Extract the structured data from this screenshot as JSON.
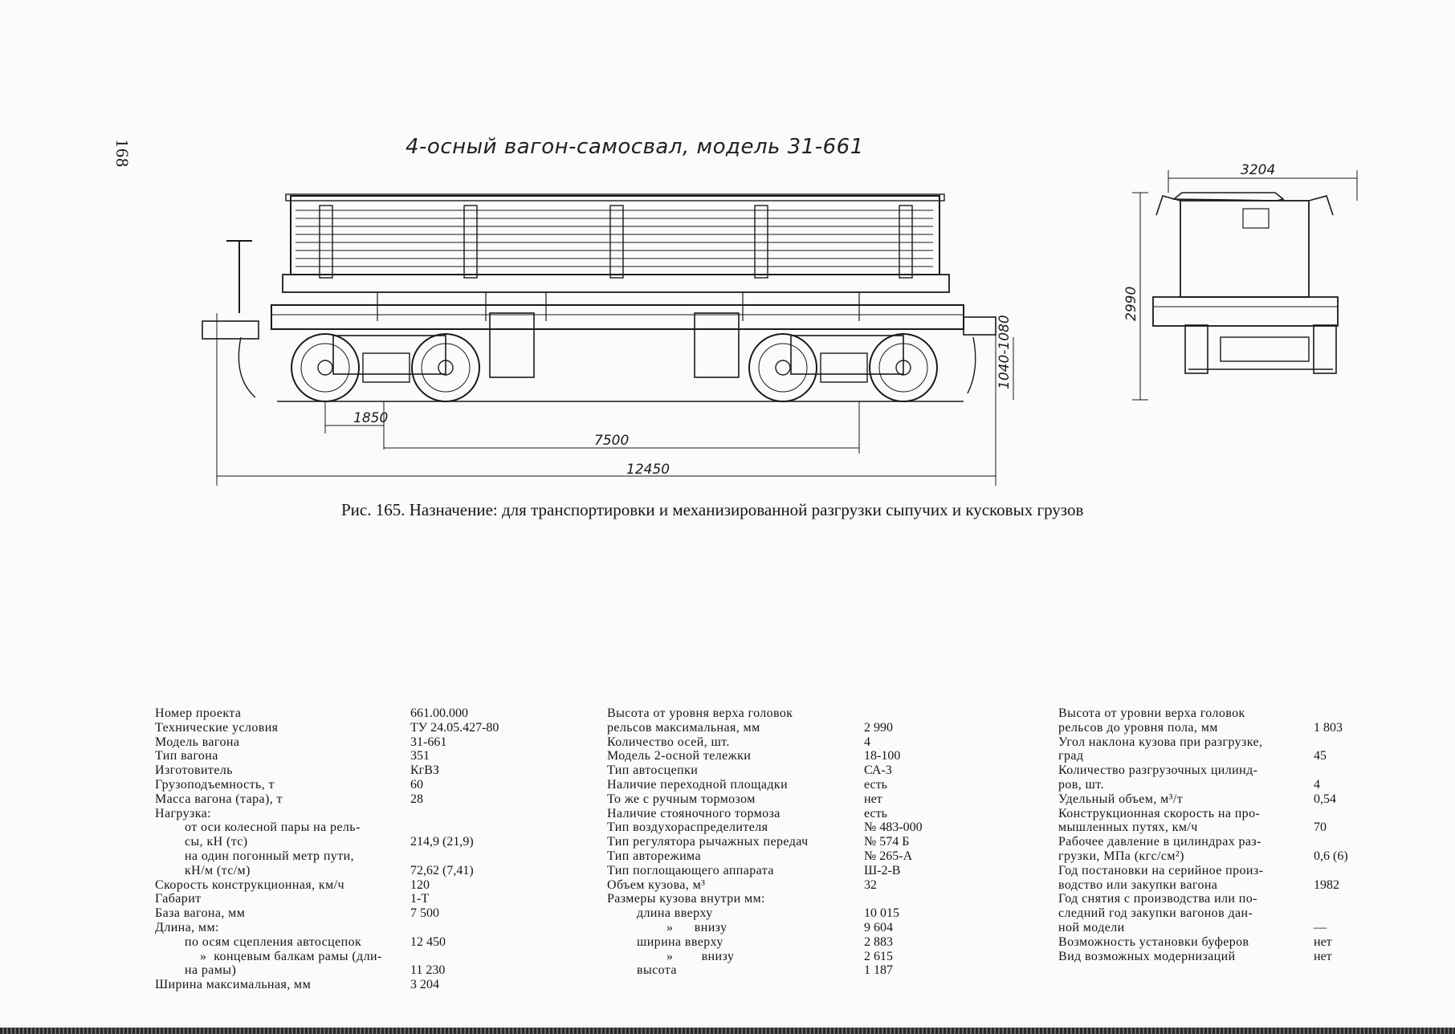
{
  "page_number": "168",
  "drawing": {
    "title": "4-осный вагон-самосвал, модель 31-661",
    "dim_1850": "1850",
    "dim_7500": "7500",
    "dim_12450": "12450",
    "dim_1040_1080": "1040-1080",
    "dim_3204": "3204",
    "dim_2990": "2990"
  },
  "caption": "Рис. 165. Назначение: для транспортировки и механизированной разгрузки сыпучих и кусковых грузов",
  "specs": {
    "col1": [
      {
        "label": "Номер проекта",
        "value": "661.00.000",
        "indent": 0
      },
      {
        "label": "Технические условия",
        "value": "ТУ 24.05.427-80",
        "indent": 0
      },
      {
        "label": "Модель вагона",
        "value": "31-661",
        "indent": 0
      },
      {
        "label": "Тип вагона",
        "value": "351",
        "indent": 0
      },
      {
        "label": "Изготовитель",
        "value": "КгВЗ",
        "indent": 0
      },
      {
        "label": "Грузоподъемность, т",
        "value": "60",
        "indent": 0
      },
      {
        "label": "Масса вагона (тара), т",
        "value": "28",
        "indent": 0
      },
      {
        "label": "Нагрузка:",
        "value": "",
        "indent": 0
      },
      {
        "label": "от оси колесной пары на рель-",
        "value": "",
        "indent": 1
      },
      {
        "label": "сы, кН (тс)",
        "value": "214,9 (21,9)",
        "indent": 1
      },
      {
        "label": "на один погонный метр пути,",
        "value": "",
        "indent": 1
      },
      {
        "label": "кН/м (тс/м)",
        "value": "72,62 (7,41)",
        "indent": 1
      },
      {
        "label": "Скорость конструкционная, км/ч",
        "value": "120",
        "indent": 0
      },
      {
        "label": "Габарит",
        "value": "1-Т",
        "indent": 0
      },
      {
        "label": "База вагона, мм",
        "value": "7 500",
        "indent": 0
      },
      {
        "label": "Длина, мм:",
        "value": "",
        "indent": 0
      },
      {
        "label": "по осям сцепления автосцепок",
        "value": "12 450",
        "indent": 1
      },
      {
        "label": "»  концевым балкам рамы (дли-",
        "value": "",
        "indent": 3
      },
      {
        "label": "на рамы)",
        "value": "11 230",
        "indent": 1
      },
      {
        "label": "Ширина максимальная, мм",
        "value": "3 204",
        "indent": 0
      }
    ],
    "col2": [
      {
        "label": "Высота от уровня верха головок",
        "value": "",
        "indent": 0
      },
      {
        "label": "рельсов максимальная, мм",
        "value": "2 990",
        "indent": 0
      },
      {
        "label": "Количество осей, шт.",
        "value": "4",
        "indent": 0
      },
      {
        "label": "Модель 2-осной тележки",
        "value": "18-100",
        "indent": 0
      },
      {
        "label": "Тип автосцепки",
        "value": "СА-3",
        "indent": 0
      },
      {
        "label": "Наличие переходной площадки",
        "value": "есть",
        "indent": 0
      },
      {
        "label": "То же с ручным тормозом",
        "value": "нет",
        "indent": 0
      },
      {
        "label": "Наличие стояночного тормоза",
        "value": "есть",
        "indent": 0
      },
      {
        "label": "Тип воздухораспределителя",
        "value": "№ 483-000",
        "indent": 0
      },
      {
        "label": "Тип регулятора рычажных передач",
        "value": "№ 574 Б",
        "indent": 0
      },
      {
        "label": "Тип авторежима",
        "value": "№ 265-А",
        "indent": 0
      },
      {
        "label": "Тип поглощающего аппарата",
        "value": "Ш-2-В",
        "indent": 0
      },
      {
        "label": "Объем кузова, м³",
        "value": "32",
        "indent": 0
      },
      {
        "label": "Размеры кузова внутри мм:",
        "value": "",
        "indent": 0
      },
      {
        "label": "длина вверху",
        "value": "10 015",
        "indent": 2
      },
      {
        "label": "»      внизу",
        "value": "9 604",
        "indent": 4
      },
      {
        "label": "ширина вверху",
        "value": "2 883",
        "indent": 2
      },
      {
        "label": "»        внизу",
        "value": "2 615",
        "indent": 4
      },
      {
        "label": "высота",
        "value": "1 187",
        "indent": 2
      }
    ],
    "col3": [
      {
        "label": "Высота от уровни верха головок",
        "value": "",
        "indent": 0
      },
      {
        "label": "рельсов до уровня пола, мм",
        "value": "1 803",
        "indent": 0
      },
      {
        "label": "Угол наклона кузова при разгрузке,",
        "value": "",
        "indent": 0
      },
      {
        "label": "град",
        "value": "45",
        "indent": 0
      },
      {
        "label": "Количество разгрузочных цилинд-",
        "value": "",
        "indent": 0
      },
      {
        "label": "ров, шт.",
        "value": "4",
        "indent": 0
      },
      {
        "label": "Удельный объем, м³/т",
        "value": "0,54",
        "indent": 0
      },
      {
        "label": "Конструкционная скорость на про-",
        "value": "",
        "indent": 0
      },
      {
        "label": "мышленных путях, км/ч",
        "value": "70",
        "indent": 0
      },
      {
        "label": "Рабочее давление в цилиндрах раз-",
        "value": "",
        "indent": 0
      },
      {
        "label": "грузки, МПа (кгс/см²)",
        "value": "0,6 (6)",
        "indent": 0
      },
      {
        "label": "Год постановки на серийное произ-",
        "value": "",
        "indent": 0
      },
      {
        "label": "водство или закупки вагона",
        "value": "1982",
        "indent": 0
      },
      {
        "label": "Год снятия с производства или по-",
        "value": "",
        "indent": 0
      },
      {
        "label": "следний год закупки вагонов дан-",
        "value": "",
        "indent": 0
      },
      {
        "label": "ной модели",
        "value": "—",
        "indent": 0
      },
      {
        "label": "Возможность установки буферов",
        "value": "нет",
        "indent": 0
      },
      {
        "label": "Вид возможных модернизаций",
        "value": "нет",
        "indent": 0
      }
    ]
  }
}
